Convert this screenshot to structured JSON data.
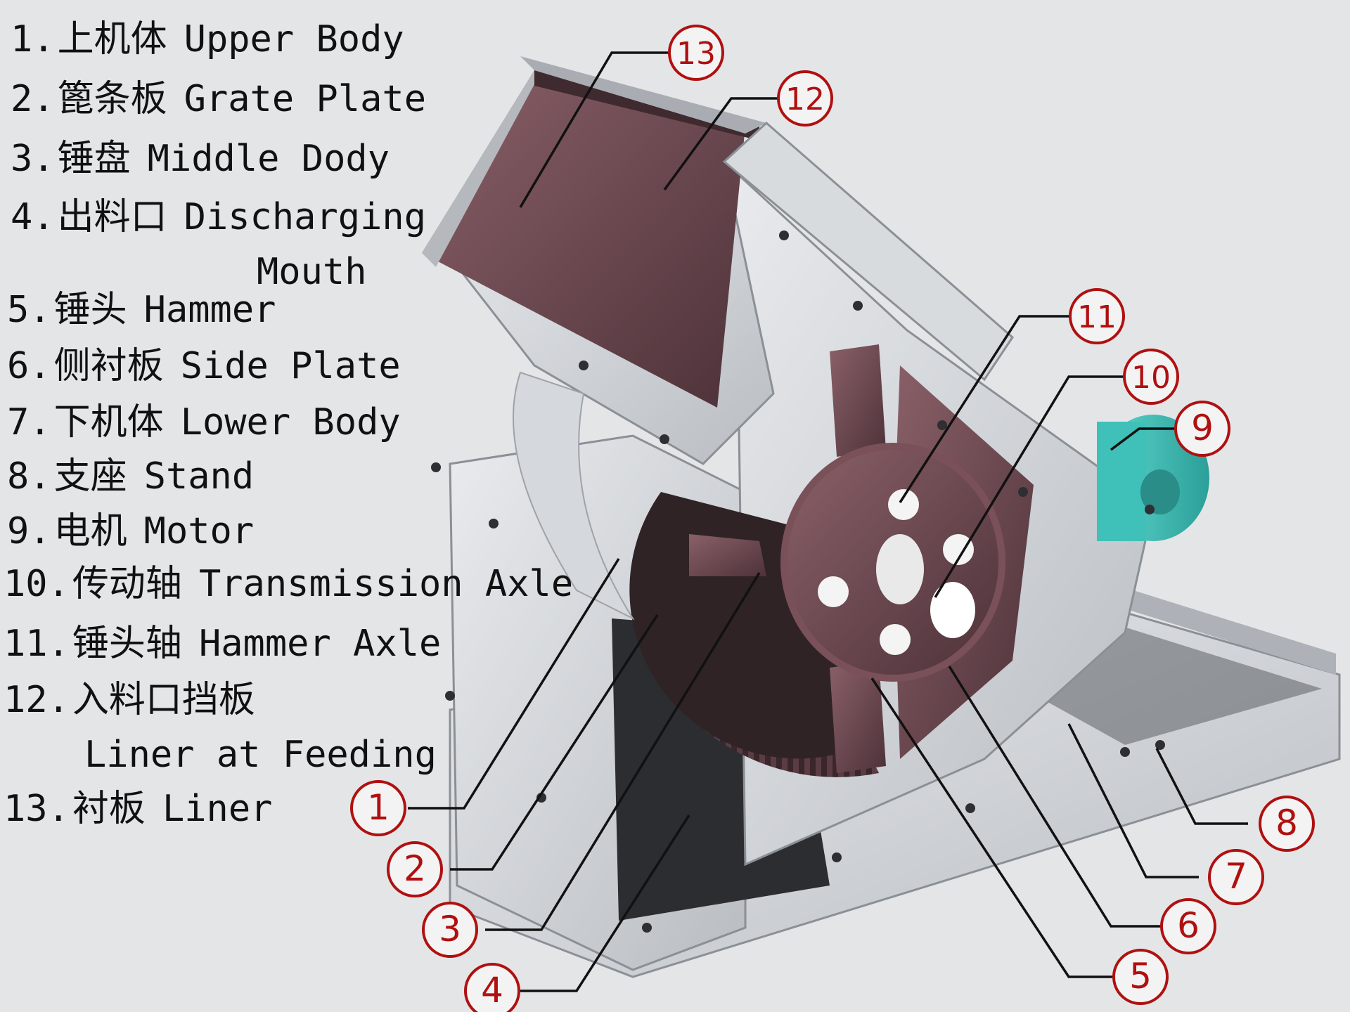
{
  "legend": [
    {
      "num": "1.",
      "zh": "上机体",
      "en": "Upper Body"
    },
    {
      "num": "2.",
      "zh": "篦条板",
      "en": "Grate Plate"
    },
    {
      "num": "3.",
      "zh": "锤盘",
      "en": "Middle Dody"
    },
    {
      "num": "4.",
      "zh": "出料口",
      "en": "Discharging",
      "en2": "Mouth"
    },
    {
      "num": "5.",
      "zh": "锤头",
      "en": "Hammer"
    },
    {
      "num": "6.",
      "zh": "侧衬板",
      "en": "Side Plate"
    },
    {
      "num": "7.",
      "zh": "下机体",
      "en": "Lower Body"
    },
    {
      "num": "8.",
      "zh": "支座",
      "en": "Stand"
    },
    {
      "num": "9.",
      "zh": "电机",
      "en": "Motor"
    },
    {
      "num": "10.",
      "zh": "传动轴",
      "en": "Transmission Axle"
    },
    {
      "num": "11.",
      "zh": "锤头轴",
      "en": "Hammer Axle"
    },
    {
      "num": "12.",
      "zh": "入料口挡板",
      "en": "",
      "en2": "Liner at Feeding"
    },
    {
      "num": "13.",
      "zh": "衬板",
      "en": "Liner"
    }
  ],
  "callouts": [
    "1",
    "2",
    "3",
    "4",
    "5",
    "6",
    "7",
    "8",
    "9",
    "10",
    "11",
    "12",
    "13"
  ],
  "colors": {
    "background": "#e4e5e7",
    "callout": "#b01010",
    "body_gray": "#c9ccd0",
    "liner_maroon": "#6e4a52",
    "motor_teal": "#3fc0b8"
  }
}
